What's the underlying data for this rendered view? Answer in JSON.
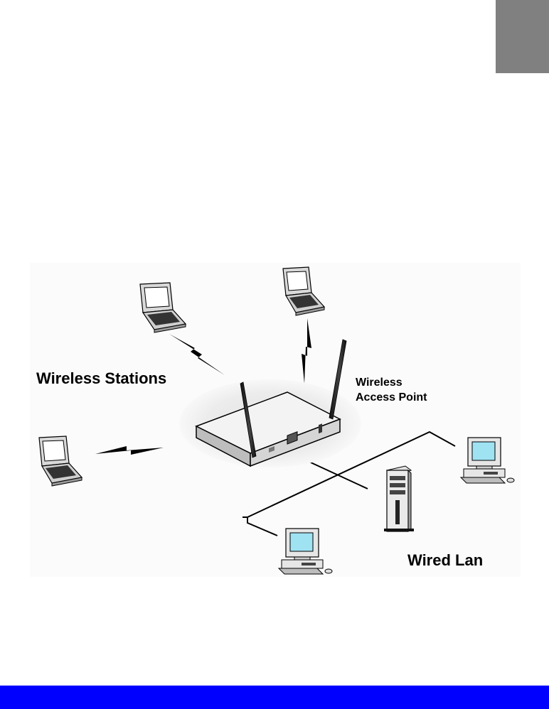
{
  "diagram": {
    "labels": {
      "wireless_stations": "Wireless Stations",
      "access_point_line1": "Wireless",
      "access_point_line2": "Access Point",
      "wired_lan": "Wired Lan"
    },
    "nodes": [
      {
        "kind": "laptop",
        "role": "wireless station"
      },
      {
        "kind": "laptop",
        "role": "wireless station"
      },
      {
        "kind": "laptop",
        "role": "wireless station"
      },
      {
        "kind": "access-point",
        "role": "wireless access point"
      },
      {
        "kind": "server-tower",
        "role": "wired lan"
      },
      {
        "kind": "desktop-pc",
        "role": "wired lan"
      },
      {
        "kind": "desktop-pc",
        "role": "wired lan"
      }
    ]
  },
  "colors": {
    "corner_tab": "#808080",
    "footer_bar": "#0000ff",
    "monitor_screen": "#9fe3f3",
    "device_body": "#e6e6e6"
  }
}
